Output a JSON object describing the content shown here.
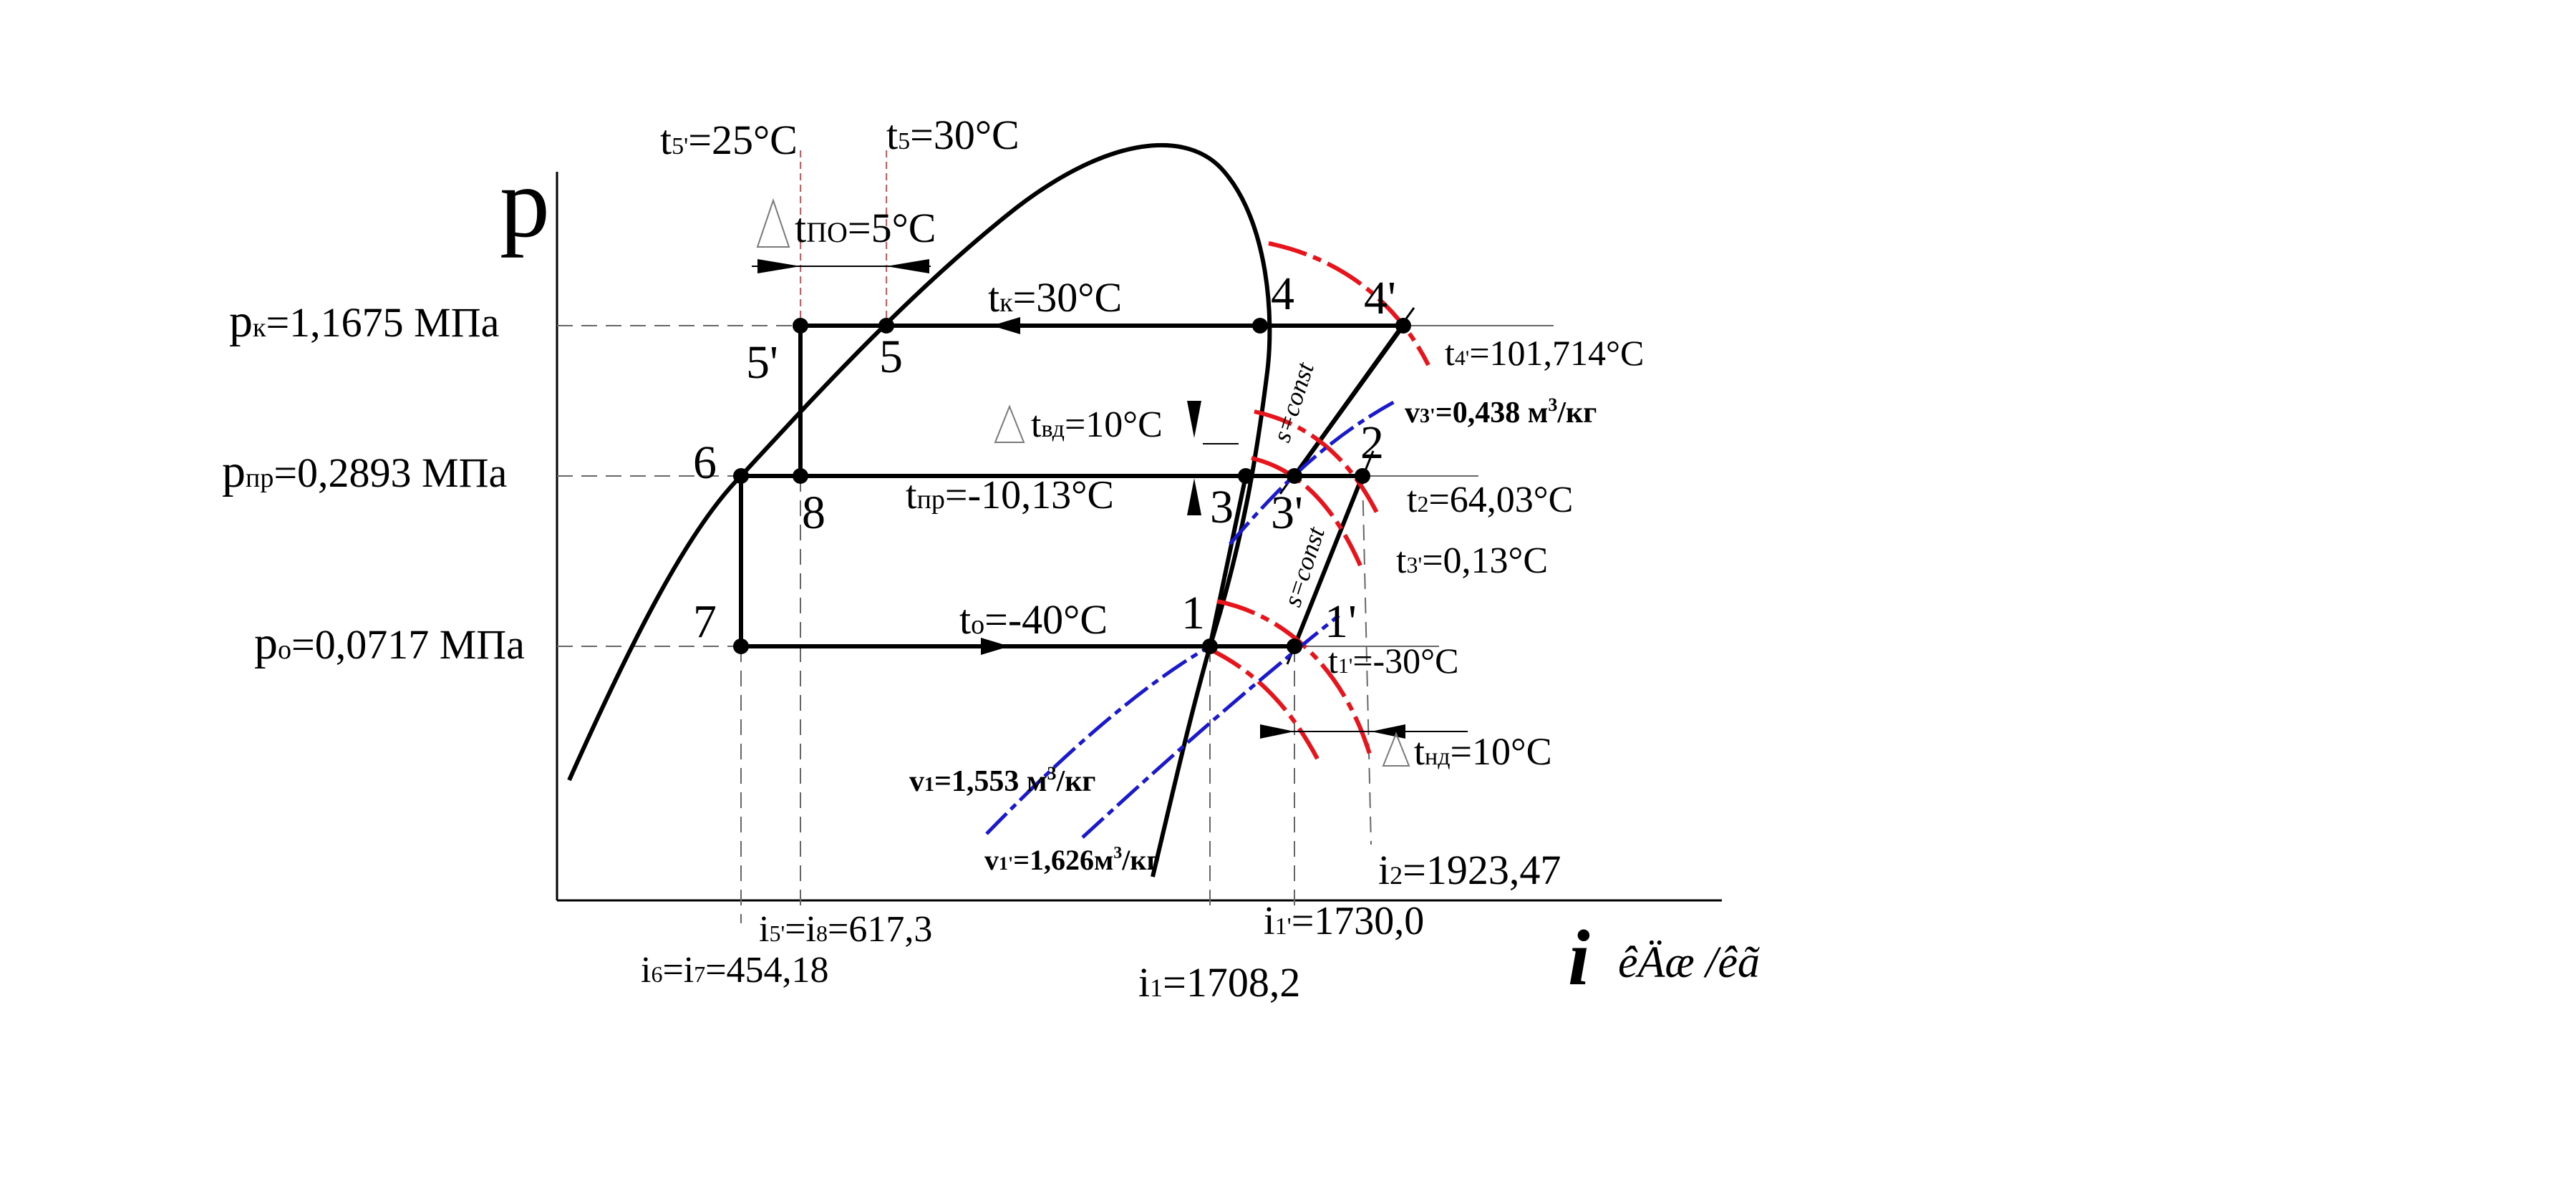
{
  "axes": {
    "y_label": "p",
    "x_label": "i",
    "x_unit": "êÄæ /êã"
  },
  "pressures": {
    "pk": {
      "sym": "p",
      "sub": "к",
      "text": "=1,1675 МПа"
    },
    "ppr": {
      "sym": "p",
      "sub": "пр",
      "text": "=0,2893 МПа"
    },
    "po": {
      "sym": "p",
      "sub": "о",
      "text": "=0,0717 МПа"
    }
  },
  "temps": {
    "t5p": {
      "sym": "t",
      "sub": "5'",
      "text": "=25°C"
    },
    "t5": {
      "sym": "t",
      "sub": "5",
      "text": "=30°C"
    },
    "dtpo": {
      "sym": "t",
      "sub": "ПО",
      "text": "=5°C"
    },
    "tk": {
      "sym": "t",
      "sub": "к",
      "text": "=30°C"
    },
    "t4p": {
      "sym": "t",
      "sub": "4'",
      "text": "=101,714°C"
    },
    "dtvd": {
      "sym": "t",
      "sub": "вд",
      "text": "=10°C"
    },
    "tpr": {
      "sym": "t",
      "sub": "пр",
      "text": "=-10,13°C"
    },
    "t2": {
      "sym": "t",
      "sub": "2",
      "text": "=64,03°C"
    },
    "t3p": {
      "sym": "t",
      "sub": "3'",
      "text": "=0,13°C"
    },
    "to": {
      "sym": "t",
      "sub": "о",
      "text": "=-40°C"
    },
    "t1p": {
      "sym": "t",
      "sub": "1'",
      "text": "=-30°C"
    },
    "dtnd": {
      "sym": "t",
      "sub": "нд",
      "text": "=10°C"
    }
  },
  "volumes": {
    "v3": {
      "sym": "v",
      "sub": "3'",
      "text": "=0,438 м",
      "sup": "3",
      "tail": "/кг"
    },
    "v1": {
      "sym": "v",
      "sub": "1",
      "text": "=1,553 м",
      "sup": "3",
      "tail": "/кг"
    },
    "v1p": {
      "sym": "v",
      "sub": "1'",
      "text": "=1,626м",
      "sup": "3",
      "tail": "/кг"
    }
  },
  "enthalpies": {
    "i2": {
      "sym": "i",
      "sub": "2",
      "text": "=1923,47"
    },
    "i1p": {
      "sym": "i",
      "sub": "1'",
      "text": "=1730,0"
    },
    "i5": {
      "sym": "i",
      "sub": "5'",
      "mid": "=i",
      "sub2": "8",
      "text": "=617,3"
    },
    "i6": {
      "sym": "i",
      "sub": "6",
      "mid": "=i",
      "sub2": "7",
      "text": "=454,18"
    },
    "i1": {
      "sym": "i",
      "sub": "1",
      "text": "=1708,2"
    }
  },
  "s_const": "s=const",
  "points": {
    "p1": "1",
    "p1p": "1'",
    "p2": "2",
    "p3": "3",
    "p3p": "3'",
    "p4": "4",
    "p4p": "4'",
    "p5": "5",
    "p5p": "5'",
    "p6": "6",
    "p7": "7",
    "p8": "8"
  },
  "colors": {
    "line": "#000000",
    "isotherm": "#e8141c",
    "isochore": "#1a1acc",
    "guide": "#666666",
    "vertical_guide": "#e8141c"
  }
}
